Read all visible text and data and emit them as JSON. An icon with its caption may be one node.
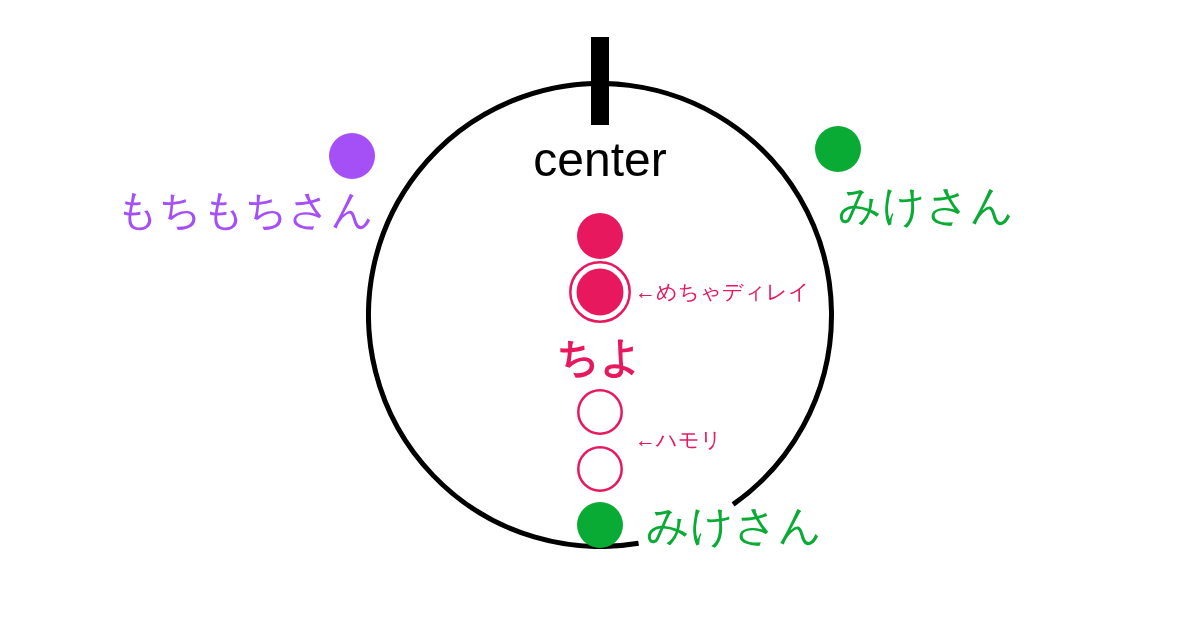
{
  "diagram": {
    "nodes": [
      {
        "text": [],
        "shape": "bar",
        "beside": [
          "center"
        ]
      },
      {
        "text": [],
        "shape": "circle"
      },
      {
        "text": [],
        "shape": "circle",
        "beside": [
          "もちもちさん"
        ]
      },
      {
        "text": [],
        "shape": "circle",
        "beside": [
          "みけさん"
        ]
      },
      {
        "text": [],
        "shape": "circle",
        "in": 1
      },
      {
        "text": [],
        "shape": "circle",
        "in": 1,
        "beside": [
          "←めちゃディレイ"
        ]
      },
      {
        "text": [],
        "shape": "circle",
        "in": 1
      },
      {
        "text": [],
        "shape": "circle",
        "in": 1
      },
      {
        "text": [],
        "shape": "circle",
        "in": 1,
        "beside": [
          "みけさん"
        ]
      }
    ],
    "labels": [
      "ちよ",
      "←ハモリ"
    ]
  }
}
